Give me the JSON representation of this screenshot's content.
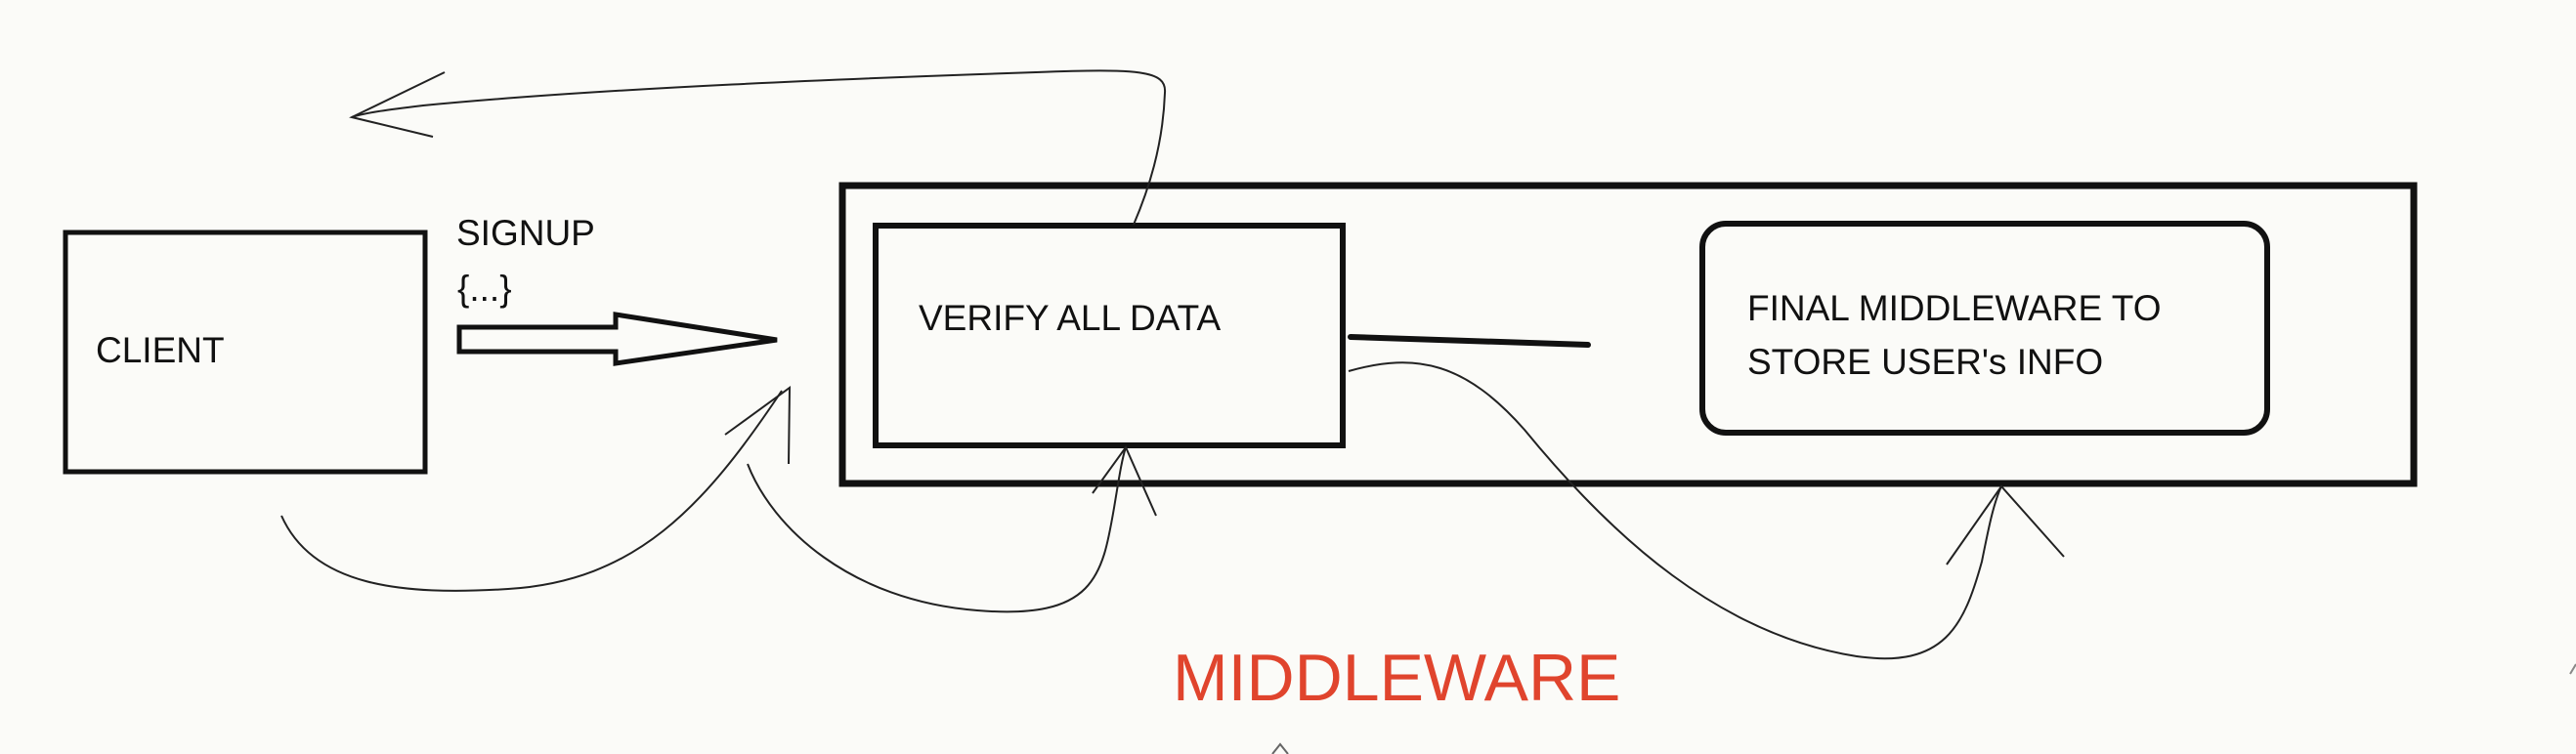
{
  "diagram": {
    "client": {
      "label": "CLIENT"
    },
    "signup": {
      "label": "SIGNUP",
      "payload": "{...}"
    },
    "verify": {
      "label": "VERIFY ALL DATA"
    },
    "final": {
      "line1": "FINAL MIDDLEWARE TO",
      "line2": "STORE USER's INFO"
    },
    "title": {
      "label": "MIDDLEWARE",
      "color": "#e0442d"
    }
  }
}
